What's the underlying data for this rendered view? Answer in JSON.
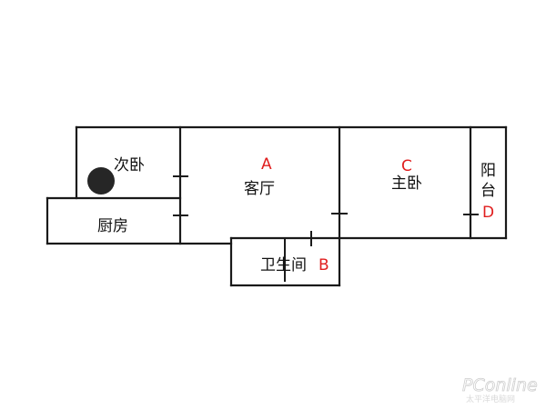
{
  "colors": {
    "wall": "#1a1a1a",
    "marker": "#e01e1e",
    "text": "#111111"
  },
  "rooms": {
    "second_bedroom": {
      "label": "次卧"
    },
    "kitchen": {
      "label": "厨房"
    },
    "living_room": {
      "label": "客厅",
      "marker": "A"
    },
    "bathroom": {
      "label": "卫生间",
      "marker": "B"
    },
    "master_bedroom": {
      "label": "主卧",
      "marker": "C"
    },
    "balcony": {
      "label_top": "阳",
      "label_bottom": "台",
      "marker": "D"
    }
  },
  "fixtures": {
    "round_object": "dark-circle"
  },
  "watermark": {
    "brand": "PConline",
    "sub": "太平洋电脑网"
  }
}
